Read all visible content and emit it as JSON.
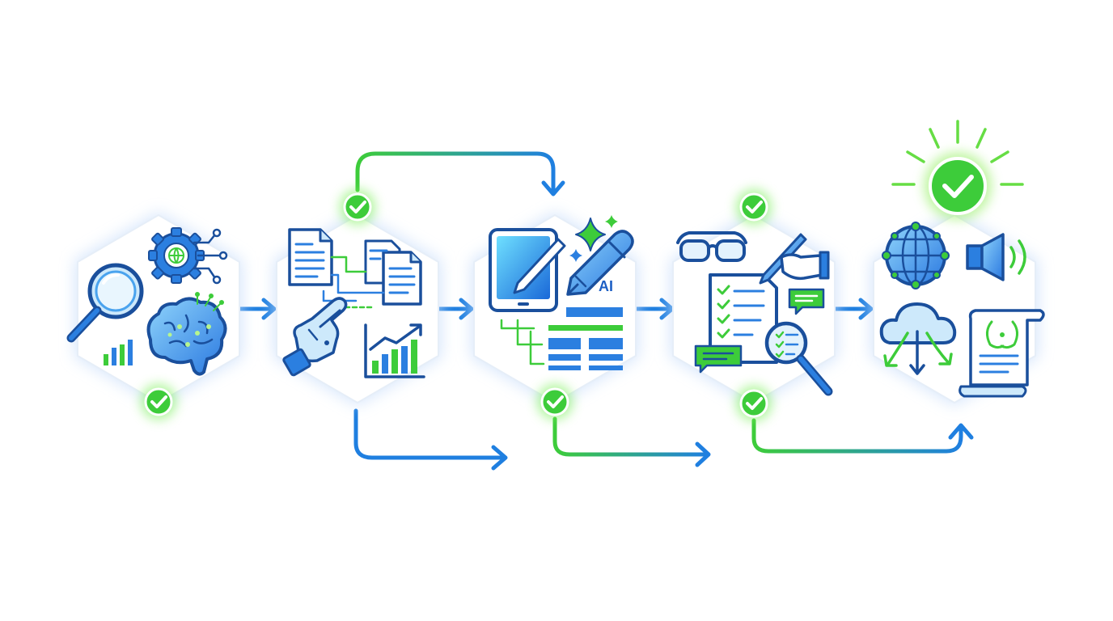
{
  "colors": {
    "blue": "#1f7fe0",
    "dark_blue": "#1a4f9c",
    "light_blue": "#7fc3f5",
    "green": "#3dcc3a",
    "light_green": "#a8ec7e",
    "hex_fill": "#ffffff",
    "hex_glow": "#c9defa"
  },
  "stages": [
    {
      "name": "research-analysis",
      "icons": [
        "magnifier-icon",
        "gear-globe-icon",
        "brain-circuit-icon",
        "bar-chart-icon"
      ],
      "checked": true
    },
    {
      "name": "document-processing",
      "icons": [
        "document-icon",
        "document-stack-icon",
        "robot-hand-icon",
        "growth-chart-icon"
      ],
      "checked": true
    },
    {
      "name": "ai-content-creation",
      "icons": [
        "tablet-pen-icon",
        "pen-icon",
        "sparkle-icon",
        "layout-grid-icon"
      ],
      "checked": true,
      "label": "AI"
    },
    {
      "name": "review-editing",
      "icons": [
        "glasses-icon",
        "signing-hand-icon",
        "checklist-icon",
        "magnifier-icon",
        "chat-bubble-icon"
      ],
      "checked": true
    },
    {
      "name": "publishing-distribution",
      "icons": [
        "globe-icon",
        "speaker-icon",
        "cloud-download-icon",
        "certificate-scroll-icon"
      ],
      "checked": true
    }
  ],
  "final_status": "success-sun-check-icon"
}
